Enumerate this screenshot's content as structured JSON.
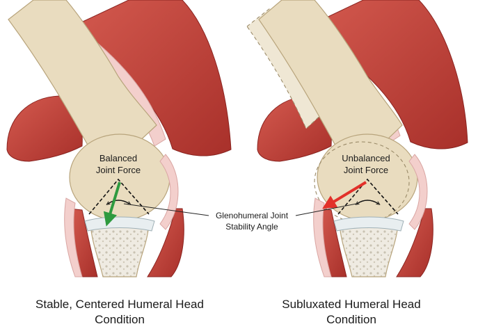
{
  "panels": [
    {
      "force_label": [
        "Balanced",
        "Joint Force"
      ],
      "caption": [
        "Stable, Centered Humeral Head",
        "Condition"
      ],
      "arrow_color": "#2e9a3f"
    },
    {
      "force_label": [
        "Unbalanced",
        "Joint Force"
      ],
      "caption": [
        "Subluxated Humeral Head",
        "Condition"
      ],
      "arrow_color": "#e2312a"
    }
  ],
  "callout": [
    "Glenohumeral Joint",
    "Stability Angle"
  ],
  "colors": {
    "bone": "#e9dcbf",
    "bone_shade": "#d6c39c",
    "muscle": "#c9473f",
    "muscle_dark": "#9e2a25",
    "tendon": "#f2c6c4",
    "cartilage": "#e8eef0",
    "trabecular": "#ece8de"
  }
}
